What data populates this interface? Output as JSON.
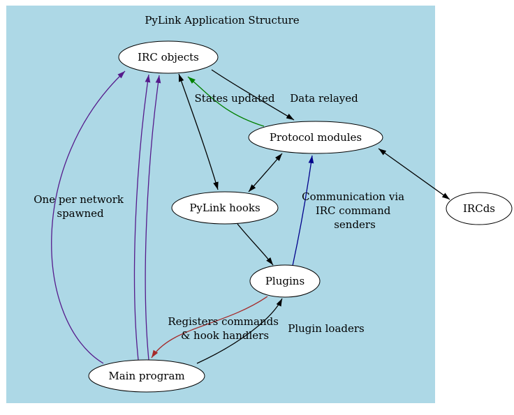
{
  "title": "PyLink Application Structure",
  "colors": {
    "background": "#ADD8E6",
    "node_fill": "#FFFFFF",
    "node_border": "#000000",
    "edge_black": "#000000",
    "edge_green": "#008000",
    "edge_purple": "#551A8B",
    "edge_navy": "#00008B",
    "edge_brown": "#A52A2A"
  },
  "nodes": {
    "irc_objects": "IRC objects",
    "protocol_modules": "Protocol modules",
    "ircds": "IRCds",
    "pylink_hooks": "PyLink hooks",
    "plugins": "Plugins",
    "main_program": "Main program"
  },
  "edge_labels": {
    "data_relayed": "Data relayed",
    "states_updated": "States updated",
    "one_per_network": [
      "One per network",
      "spawned"
    ],
    "communication": [
      "Communication via",
      "IRC command",
      "senders"
    ],
    "registers": [
      "Registers commands",
      "& hook handlers"
    ],
    "plugin_loaders": "Plugin loaders"
  },
  "graph": {
    "edges": [
      {
        "from": "IRC objects",
        "to": "Protocol modules",
        "color": "black",
        "label": "Data relayed"
      },
      {
        "from": "Protocol modules",
        "to": "IRC objects",
        "color": "green",
        "label": "States updated"
      },
      {
        "from": "IRC objects",
        "to": "PyLink hooks",
        "color": "black",
        "bidirectional": true
      },
      {
        "from": "Protocol modules",
        "to": "PyLink hooks",
        "color": "black",
        "bidirectional": true
      },
      {
        "from": "PyLink hooks",
        "to": "Plugins",
        "color": "black"
      },
      {
        "from": "Plugins",
        "to": "Protocol modules",
        "color": "navy",
        "label": "Communication via IRC command senders"
      },
      {
        "from": "Protocol modules",
        "to": "IRCds",
        "color": "black",
        "bidirectional": true
      },
      {
        "from": "Main program",
        "to": "IRC objects",
        "color": "purple",
        "label": "One per network spawned",
        "count": 3
      },
      {
        "from": "Plugins",
        "to": "Main program",
        "color": "brown",
        "label": "Registers commands & hook handlers"
      },
      {
        "from": "Main program",
        "to": "Plugins",
        "color": "black",
        "label": "Plugin loaders"
      }
    ]
  }
}
